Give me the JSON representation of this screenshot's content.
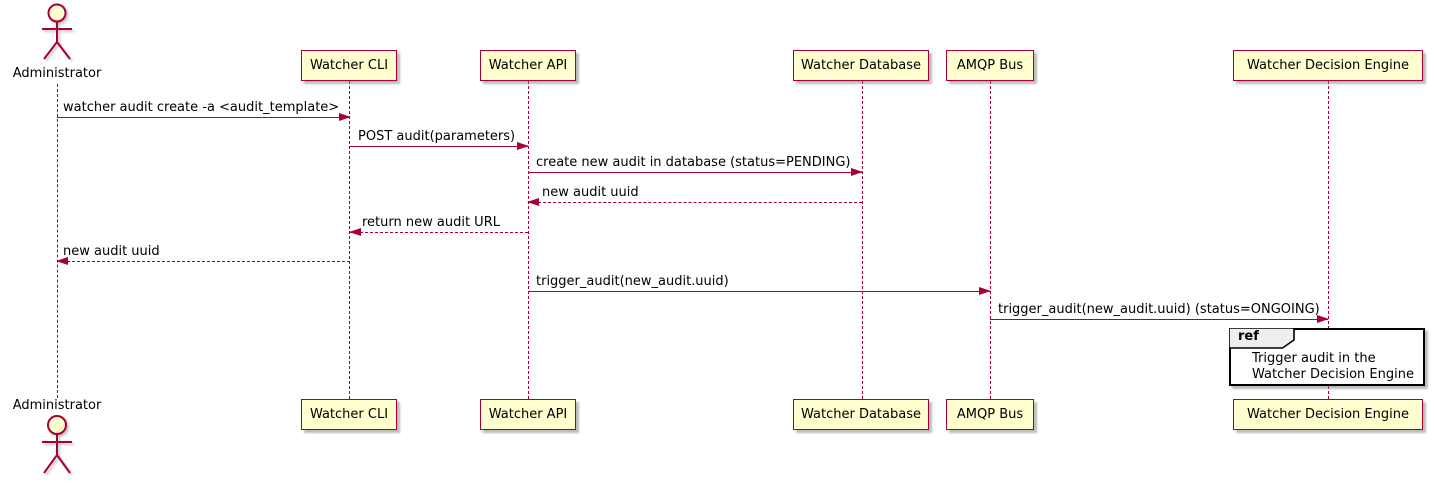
{
  "diagram": {
    "type": "sequence",
    "colors": {
      "participant_fill": "#FEFECE",
      "participant_border": "#A80036",
      "line_color": "#A80036",
      "text_color": "#000000",
      "ref_border": "#000000",
      "ref_fill": "#FFFFFF",
      "ref_tab_fill": "#EEEEEE"
    },
    "actor": {
      "name": "Administrator"
    },
    "participants": [
      {
        "name": "Watcher CLI"
      },
      {
        "name": "Watcher API"
      },
      {
        "name": "Watcher Database"
      },
      {
        "name": "AMQP Bus"
      },
      {
        "name": "Watcher Decision Engine"
      }
    ],
    "messages": [
      {
        "from": "Administrator",
        "to": "Watcher CLI",
        "label": "watcher audit create -a <audit_template>",
        "style": "solid"
      },
      {
        "from": "Watcher CLI",
        "to": "Watcher API",
        "label": "POST audit(parameters)",
        "style": "solid"
      },
      {
        "from": "Watcher API",
        "to": "Watcher Database",
        "label": "create new audit in database (status=PENDING)",
        "style": "solid"
      },
      {
        "from": "Watcher Database",
        "to": "Watcher API",
        "label": "new audit uuid",
        "style": "dashed"
      },
      {
        "from": "Watcher API",
        "to": "Watcher CLI",
        "label": "return new audit URL",
        "style": "dashed"
      },
      {
        "from": "Watcher CLI",
        "to": "Administrator",
        "label": "new audit uuid",
        "style": "dashed"
      },
      {
        "from": "Watcher API",
        "to": "AMQP Bus",
        "label": "trigger_audit(new_audit.uuid)",
        "style": "solid"
      },
      {
        "from": "AMQP Bus",
        "to": "Watcher Decision Engine",
        "label": "trigger_audit(new_audit.uuid) (status=ONGOING)",
        "style": "solid"
      }
    ],
    "ref": {
      "keyword": "ref",
      "lines": [
        "Trigger audit in the",
        "Watcher Decision Engine"
      ]
    }
  }
}
